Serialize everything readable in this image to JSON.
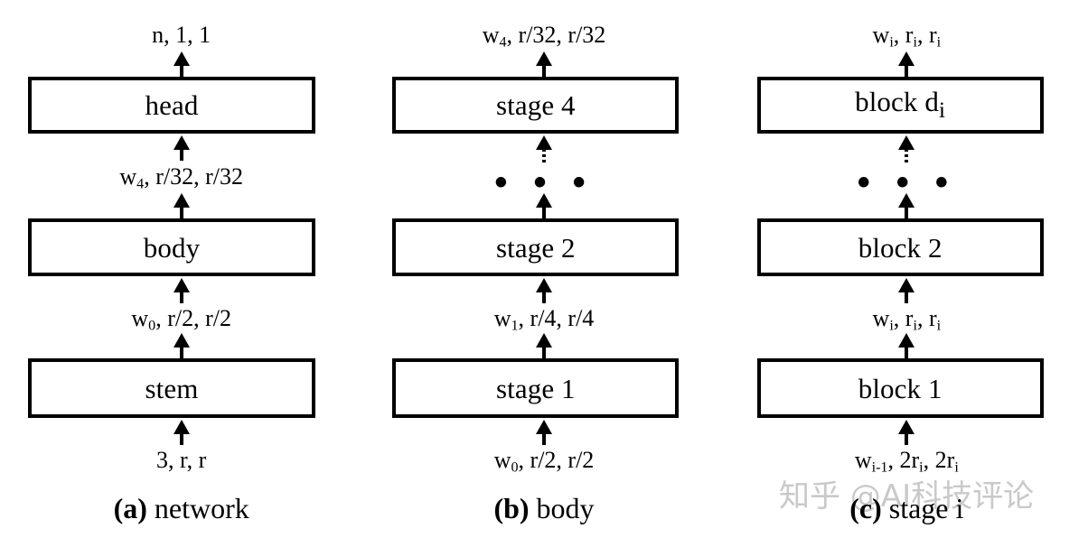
{
  "figure": {
    "type": "diagram",
    "kind": "block-flow-diagram",
    "background_color": "#ffffff",
    "stroke_color": "#000000",
    "panel_count": 3
  },
  "watermark": {
    "text": "知乎 @AI科技评论",
    "color": "#c9c9c9"
  },
  "panels": [
    {
      "id": "network",
      "caption_tag": "(a)",
      "caption_text": "network",
      "input_label_html": "3, r, r",
      "output_label_html": "n, 1, 1",
      "nodes": [
        {
          "label": "stem",
          "out_label_html": "w<sub>0</sub>, r/2, r/2"
        },
        {
          "label": "body",
          "out_label_html": "w<sub>4</sub>, r/32, r/32"
        },
        {
          "label": "head",
          "out_label_html": "n, 1, 1"
        }
      ],
      "has_ellipsis": false
    },
    {
      "id": "body",
      "caption_tag": "(b)",
      "caption_text": "body",
      "input_label_html": "w<sub>0</sub>, r/2, r/2",
      "output_label_html": "w<sub>4</sub>, r/32, r/32",
      "nodes": [
        {
          "label": "stage 1",
          "out_label_html": "w<sub>1</sub>, r/4, r/4"
        },
        {
          "label": "stage 2",
          "out_label_html": ""
        },
        {
          "label": "stage 4",
          "out_label_html": "w<sub>4</sub>, r/32, r/32"
        }
      ],
      "has_ellipsis": true,
      "ellipsis": "• • •"
    },
    {
      "id": "stage-i",
      "caption_tag": "(c)",
      "caption_text": "stage i",
      "input_label_html": "w<sub>i-1</sub>, 2r<sub>i</sub>, 2r<sub>i</sub>",
      "output_label_html": "w<sub>i</sub>, r<sub>i</sub>, r<sub>i</sub>",
      "nodes": [
        {
          "label_html": "block 1",
          "out_label_html": "w<sub>i</sub>, r<sub>i</sub>, r<sub>i</sub>"
        },
        {
          "label_html": "block 2",
          "out_label_html": ""
        },
        {
          "label_html": "block d<sub>i</sub>",
          "out_label_html": "w<sub>i</sub>, r<sub>i</sub>, r<sub>i</sub>"
        }
      ],
      "has_ellipsis": true,
      "ellipsis": "• • •"
    }
  ]
}
